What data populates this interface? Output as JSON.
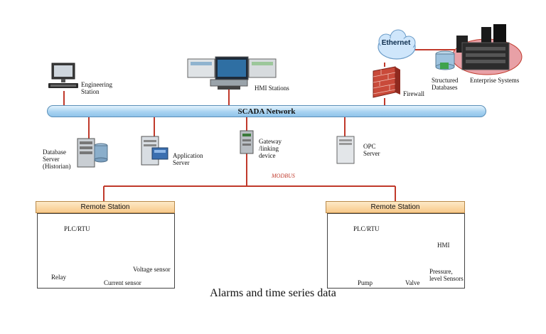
{
  "network": {
    "bus_label": "SCADA Network",
    "protocol": "MODBUS",
    "cloud_label": "Ethernet"
  },
  "nodes": {
    "engineering": "Engineering\nStation",
    "hmi_stations": "HMI Stations",
    "firewall": "Firewall",
    "databases": "Structured\nDatabases",
    "enterprise": "Enterprise Systems",
    "db_server": "Database\nServer\n(Historian)",
    "app_server": "Application\nServer",
    "gateway": "Gateway\n/linking\ndevice",
    "opc": "OPC\nServer"
  },
  "left_station": {
    "title": "Remote Station",
    "plc": "PLC/RTU",
    "relay": "Relay",
    "current": "Current sensor",
    "voltage": "Voltage sensor"
  },
  "right_station": {
    "title": "Remote Station",
    "plc": "PLC/RTU",
    "hmi": "HMI",
    "pump": "Pump",
    "valve": "Valve",
    "pressure": "Pressure,\nlevel Sensors"
  },
  "caption": "Alarms and time series data",
  "colors": {
    "link": "#c0392b",
    "bus": "#a9d3f1",
    "header": "#f8c98a"
  }
}
